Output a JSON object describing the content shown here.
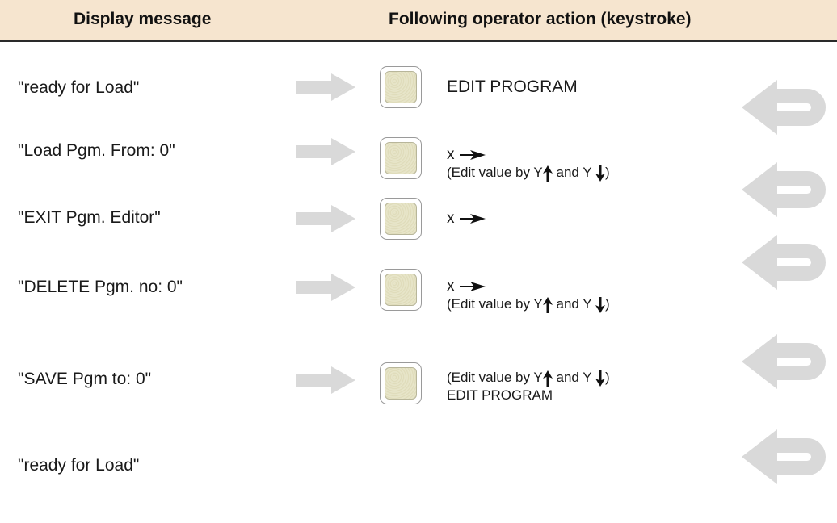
{
  "header": {
    "col1": "Display message",
    "col2": "Following operator action (keystroke)"
  },
  "rows": [
    {
      "message": "\"ready for Load\"",
      "action_line1": "EDIT PROGRAM",
      "action_line2": ""
    },
    {
      "message": "\"Load Pgm. From: 0\"",
      "action_line1": "x",
      "action_line2": "(Edit value by Y",
      "and_text": " and Y "
    },
    {
      "message": "\"EXIT Pgm. Editor\"",
      "action_line1": "x",
      "action_line2": ""
    },
    {
      "message": "\"DELETE Pgm. no: 0\"",
      "action_line1": "x",
      "action_line2": "(Edit value by Y",
      "and_text": " and Y "
    },
    {
      "message": "\"SAVE Pgm to: 0\"",
      "action_line1": "(Edit value by Y",
      "and_text": " and Y ",
      "action_line2": "EDIT PROGRAM"
    }
  ],
  "final_message": "\"ready for Load\"",
  "closing_paren": ")",
  "icons": {
    "row_arrow": "right-arrow-icon",
    "key": "key-button-icon",
    "loop": "u-turn-arrow-icon",
    "right": "right-arrow-inline-icon",
    "up": "up-arrow-icon",
    "down": "down-arrow-icon"
  },
  "colors": {
    "header_bg": "#f6e5cf",
    "arrow_gray": "#d9d9d9",
    "key_face": "#e6e4c8"
  }
}
